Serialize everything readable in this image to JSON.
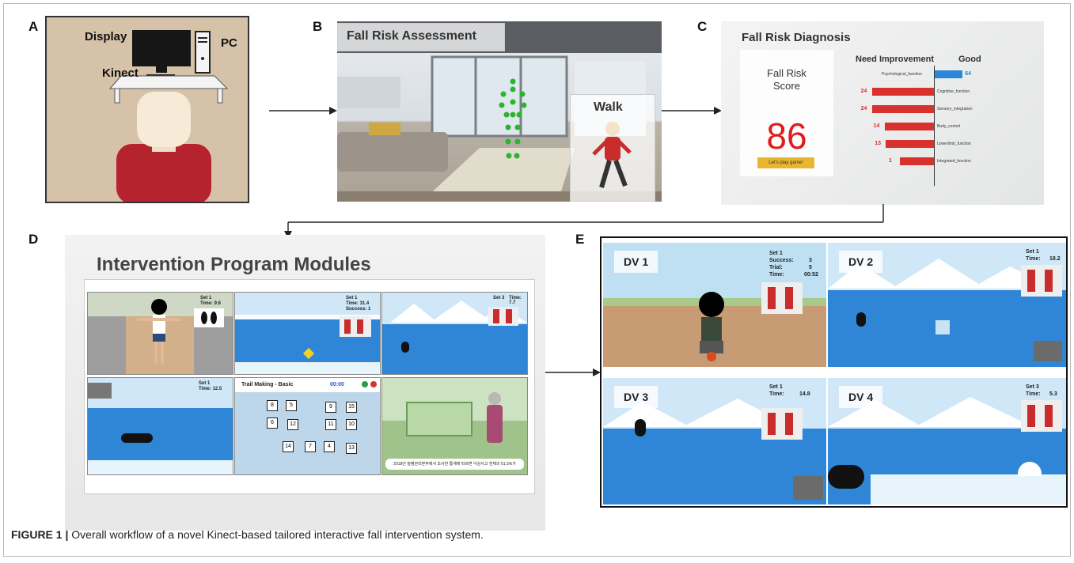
{
  "panel_labels": {
    "a": "A",
    "b": "B",
    "c": "C",
    "d": "D",
    "e": "E"
  },
  "panel_a": {
    "display": "Display",
    "pc": "PC",
    "kinect": "Kinect"
  },
  "panel_b": {
    "title": "Fall Risk Assessment",
    "walk": "Walk"
  },
  "panel_c": {
    "title": "Fall Risk Diagnosis",
    "need_improvement": "Need Improvement",
    "good": "Good",
    "score_label": "Fall Risk\nScore",
    "score": "86",
    "play_button": "Let's play game!",
    "bars": [
      {
        "value": 64,
        "label": "Psychological_function",
        "side": "good"
      },
      {
        "value": 24,
        "label": "Cognitive_function",
        "side": "need"
      },
      {
        "value": 24,
        "label": "Sensory_integration",
        "side": "need"
      },
      {
        "value": 14,
        "label": "Body_control",
        "side": "need"
      },
      {
        "value": 13,
        "label": "Lowerlimb_function",
        "side": "need"
      },
      {
        "value": 1,
        "label": "Integrated_function",
        "side": "need"
      }
    ]
  },
  "panel_d": {
    "title": "Intervention Program Modules",
    "m1": {
      "set": "Set 1",
      "time_label": "Time:",
      "time": "9.6"
    },
    "m2": {
      "set": "Set 1",
      "time_label": "Time:",
      "time": "31.4",
      "success_label": "Success:",
      "success": "1"
    },
    "m3": {
      "set": "Set 3",
      "time_label": "Time:",
      "time": "7.7"
    },
    "m4": {
      "set": "Set 1",
      "time_label": "Time:",
      "time": "12.5"
    },
    "m5": {
      "title": "Trail Making - Basic",
      "timer": "00:00",
      "numbers": [
        "8",
        "5",
        "9",
        "15",
        "6",
        "12",
        "11",
        "10",
        "14",
        "7",
        "4",
        "13"
      ]
    },
    "m6": {
      "subtitle": "2018년 질병관리본부에서 조사한 통계에 따르면 낙상사고 전체의 61.5%가"
    }
  },
  "panel_e": {
    "dv1": {
      "title": "DV 1",
      "set": "Set 1",
      "success_label": "Success:",
      "success": "3",
      "trial_label": "Trial:",
      "trial": "5",
      "time_label": "Time:",
      "time": "00:52"
    },
    "dv2": {
      "title": "DV 2",
      "set": "Set 1",
      "time_label": "Time:",
      "time": "18.2"
    },
    "dv3": {
      "title": "DV 3",
      "set": "Set 1",
      "time_label": "Time:",
      "time": "14.8"
    },
    "dv4": {
      "title": "DV 4",
      "set": "Set 3",
      "time_label": "Time:",
      "time": "5.3"
    }
  },
  "caption": {
    "label": "FIGURE 1 |",
    "text": " Overall workflow of a novel Kinect-based tailored interactive fall intervention system."
  },
  "colors": {
    "red": "#d9312b",
    "blue": "#2b88d8",
    "sea": "#2f86d6",
    "score_red": "#e21b1b",
    "button_yellow": "#e8b630"
  }
}
